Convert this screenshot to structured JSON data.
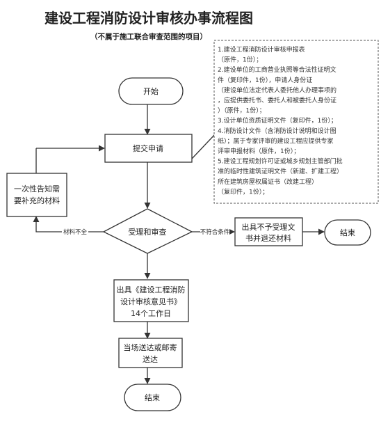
{
  "title": "建设工程消防设计审核办事流程图",
  "subtitle": "（不属于施工联合审查范围的项目）",
  "nodes": {
    "start": [
      "开始"
    ],
    "submit": [
      "提交申请"
    ],
    "supplement": [
      "一次性告知需",
      "要补充的材料"
    ],
    "review": [
      "受理和审查"
    ],
    "reject": [
      "出具不予受理文",
      "书并退还材料"
    ],
    "end_right": [
      "结束"
    ],
    "opinion": [
      "出具《建设工程消防",
      "设计审核意见书》",
      "14个工作日"
    ],
    "deliver": [
      "当场送达或邮寄",
      "送达"
    ],
    "end_bottom": [
      "结束"
    ]
  },
  "edges": {
    "incomplete_label": "材料不全",
    "noncompliant_label": "不符合条件"
  },
  "requirements": [
    "1.建设工程消防设计审核申报表",
    "（原件，1份）；",
    "2.建设单位的工商营业执照等合法性证明文",
    "件（复印件，1份），申请人身份证",
    "（建设单位法定代表人委托他人办理事项的",
    "，应提供委托书、委托人和被委托人身份证",
    "）（原件，1份）；",
    "3.设计单位资质证明文件（复印件，1份）；",
    "4.消防设计文件（含消防设计说明和设计图",
    "纸）；属于专家评审的建设工程应提供专家",
    "评审申报材料（原件，1份）；",
    "5.建设工程规划许可证或城乡规划主管部门批",
    "准的临时性建筑证明文件（新建、扩建工程）",
    "所在建筑房屋权属证书（改建工程）",
    "（复印件，1份）；"
  ]
}
